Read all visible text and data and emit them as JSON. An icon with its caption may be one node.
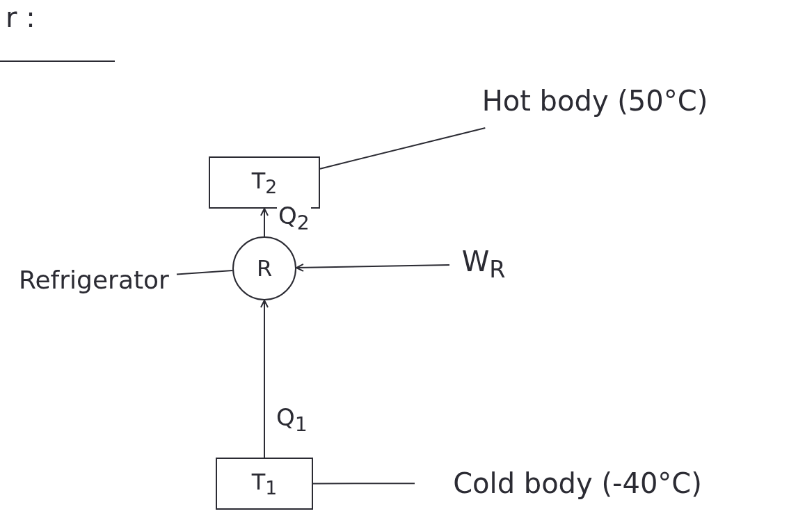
{
  "diagram": {
    "nodes": [
      {
        "text": [
          "Hot body (50°C)"
        ]
      },
      {
        "text": [
          "T$_{2}$"
        ]
      },
      {
        "text": [
          "R"
        ]
      },
      {
        "text": [
          "Refrigerator"
        ]
      },
      {
        "text": [
          "W$_{R}$"
        ]
      },
      {
        "text": [
          "T$_{1}$"
        ]
      },
      {
        "text": [
          "Cold body (-40°C)"
        ]
      }
    ],
    "edges": [
      {
        "from": 0,
        "to": 1,
        "arrow": "none"
      },
      {
        "from": 2,
        "to": 1,
        "arrow": "to",
        "label": "Q$_{2}$"
      },
      {
        "from": 3,
        "to": 2,
        "arrow": "none"
      },
      {
        "from": 4,
        "to": 2,
        "arrow": "to"
      },
      {
        "from": 5,
        "to": 2,
        "arrow": "to",
        "label": "Q$_{1}$"
      },
      {
        "from": 6,
        "to": 5,
        "arrow": "none"
      }
    ],
    "labels": [
      "r :"
    ]
  }
}
